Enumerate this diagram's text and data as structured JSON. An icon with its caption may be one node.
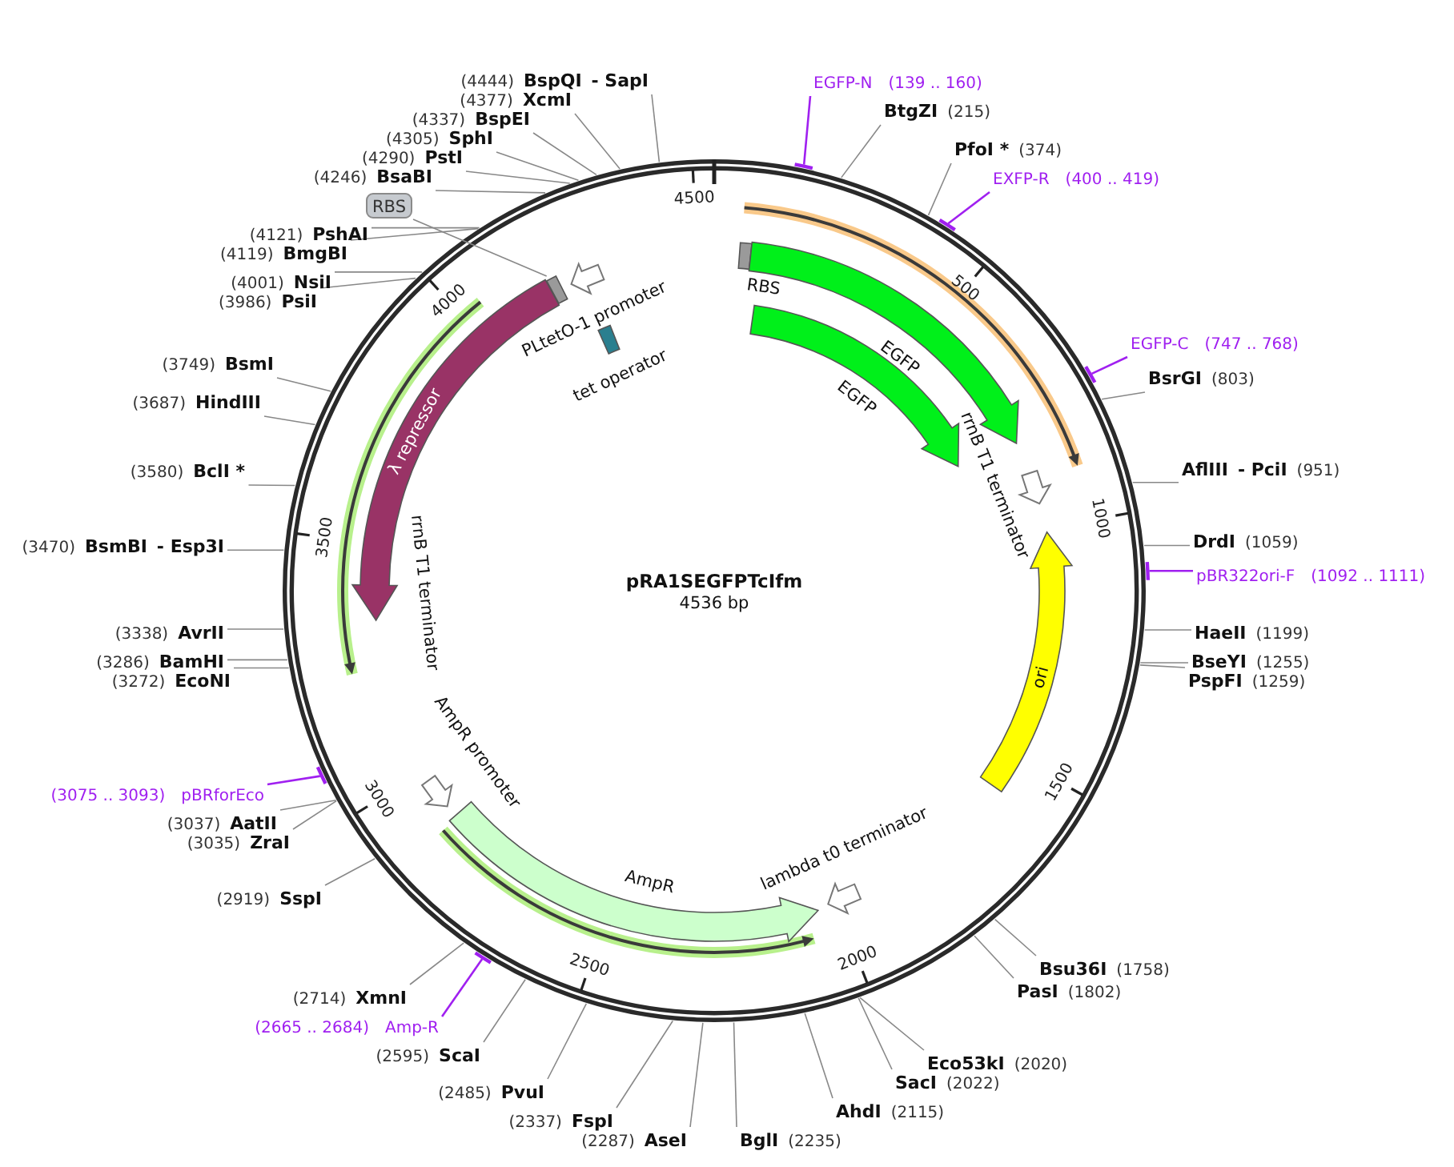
{
  "diagram": {
    "title": "pRA1SEGFPTcIfm",
    "nodes": [
      {
        "text": [
          "RBS"
        ]
      },
      {
        "text": [
          "EGFP"
        ]
      },
      {
        "text": [
          "EGFP"
        ]
      },
      {
        "text": [
          "rrnB T1 terminator"
        ]
      },
      {
        "text": [
          "ori"
        ]
      },
      {
        "text": [
          "lambda t0 terminator"
        ]
      },
      {
        "text": [
          "AmpR"
        ]
      },
      {
        "text": [
          "AmpR promoter"
        ]
      },
      {
        "text": [
          "rrnB T1 terminator"
        ]
      },
      {
        "text": [
          "λ repressor"
        ]
      },
      {
        "text": [],
        "shape": "box"
      },
      {
        "text": [
          "PLtetO-1 promoter"
        ]
      },
      {
        "text": [
          "tet operator"
        ]
      },
      {
        "text": [
          "RBS"
        ]
      },
      {
        "text": [
          "EGFP-N",
          "(139 .. 160)"
        ]
      },
      {
        "text": [
          "BtgZI",
          "(215)"
        ]
      },
      {
        "text": [
          "PfoI *",
          "(374)"
        ]
      },
      {
        "text": [
          "EXFP-R",
          "(400 .. 419)"
        ]
      },
      {
        "text": [
          "EGFP-C",
          "(747 .. 768)"
        ]
      },
      {
        "text": [
          "BsrGI",
          "(803)"
        ]
      },
      {
        "text": [
          "AflIII",
          "- PciI",
          "(951)"
        ]
      },
      {
        "text": [
          "DrdI",
          "(1059)"
        ]
      },
      {
        "text": [
          "pBR322ori-F",
          "(1092 .. 1111)"
        ]
      },
      {
        "text": [
          "HaeII",
          "(1199)"
        ]
      },
      {
        "text": [
          "BseYI",
          "(1255)"
        ]
      },
      {
        "text": [
          "PspFI",
          "(1259)"
        ]
      },
      {
        "text": [
          "Bsu36I",
          "(1758)"
        ]
      },
      {
        "text": [
          "PasI",
          "(1802)"
        ]
      },
      {
        "text": [
          "Eco53kI",
          "(2020)"
        ]
      },
      {
        "text": [
          "SacI",
          "(2022)"
        ]
      },
      {
        "text": [
          "AhdI",
          "(2115)"
        ]
      },
      {
        "text": [
          "BglI",
          "(2235)"
        ]
      },
      {
        "text": [
          "(2287)",
          "AseI"
        ]
      },
      {
        "text": [
          "(2337)",
          "FspI"
        ]
      },
      {
        "text": [
          "(2485)",
          "PvuI"
        ]
      },
      {
        "text": [
          "(2595)",
          "ScaI"
        ]
      },
      {
        "text": [
          "(2665 .. 2684)",
          "Amp-R"
        ]
      },
      {
        "text": [
          "(2714)",
          "XmnI"
        ]
      },
      {
        "text": [
          "(2919)",
          "SspI"
        ]
      },
      {
        "text": [
          "(3035)",
          "ZraI"
        ]
      },
      {
        "text": [
          "(3037)",
          "AatII"
        ]
      },
      {
        "text": [
          "(3075 .. 3093)",
          "pBRforEco"
        ]
      },
      {
        "text": [
          "(3272)",
          "EcoNI"
        ]
      },
      {
        "text": [
          "(3286)",
          "BamHI"
        ]
      },
      {
        "text": [
          "(3338)",
          "AvrII"
        ]
      },
      {
        "text": [
          "(3470)",
          "BsmBI",
          "- Esp3I"
        ]
      },
      {
        "text": [
          "(3580)",
          "BclI *"
        ]
      },
      {
        "text": [
          "(3687)",
          "HindIII"
        ]
      },
      {
        "text": [
          "(3749)",
          "BsmI"
        ]
      },
      {
        "text": [
          "(3986)",
          "PsiI"
        ]
      },
      {
        "text": [
          "(4001)",
          "NsiI"
        ]
      },
      {
        "text": [
          "(4119)",
          "BmgBI"
        ]
      },
      {
        "text": [
          "(4121)",
          "PshAI"
        ]
      },
      {
        "text": [
          "(4246)",
          "BsaBI"
        ]
      },
      {
        "text": [
          "(4290)",
          "PstI"
        ]
      },
      {
        "text": [
          "(4305)",
          "SphI"
        ]
      },
      {
        "text": [
          "(4337)",
          "BspEI"
        ]
      },
      {
        "text": [
          "(4377)",
          "XcmI"
        ]
      },
      {
        "text": [
          "(4444)",
          "BspQI",
          "- SapI"
        ]
      }
    ],
    "edges": [
      {
        "from": 13,
        "to": 10,
        "arrow": "none"
      },
      {
        "from": 14,
        "to": null,
        "arrow": "none",
        "color": "#a020f0"
      },
      {
        "from": 15,
        "to": null,
        "arrow": "none"
      },
      {
        "from": 16,
        "to": null,
        "arrow": "none"
      },
      {
        "from": 17,
        "to": null,
        "arrow": "none",
        "color": "#a020f0"
      },
      {
        "from": 18,
        "to": null,
        "arrow": "none",
        "color": "#a020f0"
      },
      {
        "from": 19,
        "to": null,
        "arrow": "none"
      },
      {
        "from": 20,
        "to": null,
        "arrow": "none"
      },
      {
        "from": 21,
        "to": null,
        "arrow": "none"
      },
      {
        "from": 22,
        "to": null,
        "arrow": "none",
        "color": "#a020f0"
      },
      {
        "from": 23,
        "to": null,
        "arrow": "none"
      },
      {
        "from": 24,
        "to": null,
        "arrow": "none"
      },
      {
        "from": 25,
        "to": null,
        "arrow": "none"
      },
      {
        "from": 26,
        "to": null,
        "arrow": "none"
      },
      {
        "from": 27,
        "to": null,
        "arrow": "none"
      },
      {
        "from": 28,
        "to": null,
        "arrow": "none"
      },
      {
        "from": 29,
        "to": null,
        "arrow": "none"
      },
      {
        "from": 30,
        "to": null,
        "arrow": "none"
      },
      {
        "from": 31,
        "to": null,
        "arrow": "none"
      },
      {
        "from": 32,
        "to": null,
        "arrow": "none"
      },
      {
        "from": 33,
        "to": null,
        "arrow": "none"
      },
      {
        "from": 34,
        "to": null,
        "arrow": "none"
      },
      {
        "from": 35,
        "to": null,
        "arrow": "none"
      },
      {
        "from": 36,
        "to": null,
        "arrow": "none",
        "color": "#a020f0"
      },
      {
        "from": 37,
        "to": null,
        "arrow": "none"
      },
      {
        "from": 38,
        "to": null,
        "arrow": "none"
      },
      {
        "from": 39,
        "to": null,
        "arrow": "none"
      },
      {
        "from": 40,
        "to": null,
        "arrow": "none"
      },
      {
        "from": 41,
        "to": null,
        "arrow": "none",
        "color": "#a020f0"
      },
      {
        "from": 42,
        "to": null,
        "arrow": "none"
      },
      {
        "from": 43,
        "to": null,
        "arrow": "none"
      },
      {
        "from": 44,
        "to": null,
        "arrow": "none"
      },
      {
        "from": 45,
        "to": null,
        "arrow": "none"
      },
      {
        "from": 46,
        "to": null,
        "arrow": "none"
      },
      {
        "from": 47,
        "to": null,
        "arrow": "none"
      },
      {
        "from": 48,
        "to": null,
        "arrow": "none"
      },
      {
        "from": 49,
        "to": null,
        "arrow": "none"
      },
      {
        "from": 50,
        "to": null,
        "arrow": "none"
      },
      {
        "from": 51,
        "to": null,
        "arrow": "none"
      },
      {
        "from": 52,
        "to": null,
        "arrow": "none"
      },
      {
        "from": 53,
        "to": null,
        "arrow": "none"
      },
      {
        "from": 54,
        "to": null,
        "arrow": "none"
      },
      {
        "from": 55,
        "to": null,
        "arrow": "none"
      },
      {
        "from": 56,
        "to": null,
        "arrow": "none"
      },
      {
        "from": 57,
        "to": null,
        "arrow": "none"
      },
      {
        "from": 58,
        "to": null,
        "arrow": "none"
      }
    ],
    "labels": [
      "4536 bp",
      "4500",
      "500",
      "1000",
      "1500",
      "2000",
      "2500",
      "3000",
      "3500",
      "4000"
    ]
  }
}
